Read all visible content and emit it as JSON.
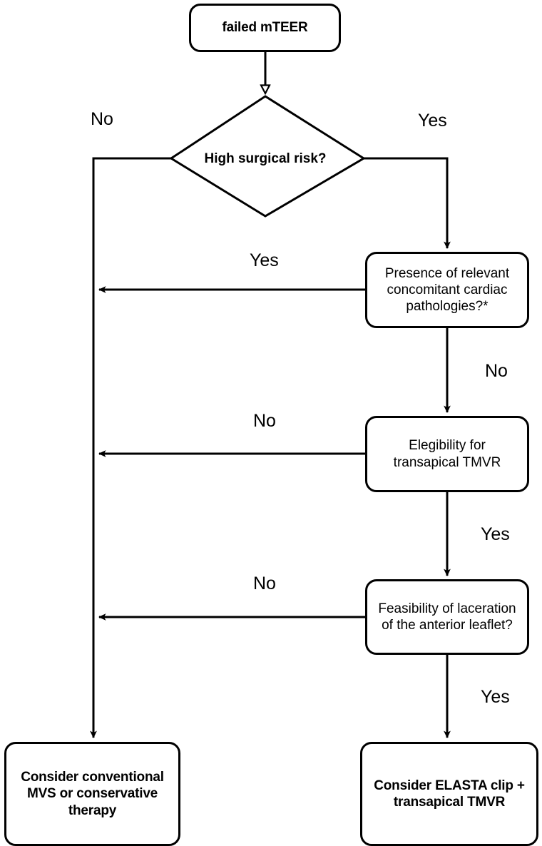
{
  "diagram": {
    "title": "failed mTEER treatment decision flowchart",
    "type": "flowchart",
    "stroke_color": "#000000",
    "background_color": "#ffffff",
    "nodes": {
      "start": {
        "label": "failed mTEER",
        "shape": "rounded-rectangle"
      },
      "decision_surgical_risk": {
        "label": "High surgical risk?",
        "shape": "diamond"
      },
      "concomitant_pathologies": {
        "label": "Presence of relevant concomitant cardiac pathologies?*",
        "line1": "Presence of relevant",
        "line2": "concomitant cardiac",
        "line3": "pathologies?*",
        "shape": "rounded-rectangle"
      },
      "eligibility_tmvr": {
        "label": "Elegibility for transapical TMVR",
        "line1": "Elegibility for",
        "line2": "transapical TMVR",
        "shape": "rounded-rectangle"
      },
      "feasibility_laceration": {
        "label": "Feasibility of laceration of the anterior leaflet?",
        "line1": "Feasibility of laceration",
        "line2": "of the anterior leaflet?",
        "shape": "rounded-rectangle"
      },
      "outcome_conventional": {
        "label": "Consider conventional MVS or conservative therapy",
        "line1": "Consider conventional",
        "line2": "MVS or conservative",
        "line3": "therapy",
        "shape": "rounded-rectangle"
      },
      "outcome_elasta": {
        "label": "Consider ELASTA clip + transapical TMVR",
        "line1": "Consider ELASTA clip +",
        "line2": "transapical TMVR",
        "shape": "rounded-rectangle"
      }
    },
    "edge_labels": {
      "surgical_risk_no": "No",
      "surgical_risk_yes": "Yes",
      "pathologies_yes": "Yes",
      "pathologies_no": "No",
      "eligibility_no": "No",
      "eligibility_yes": "Yes",
      "laceration_no": "No",
      "laceration_yes": "Yes"
    }
  }
}
